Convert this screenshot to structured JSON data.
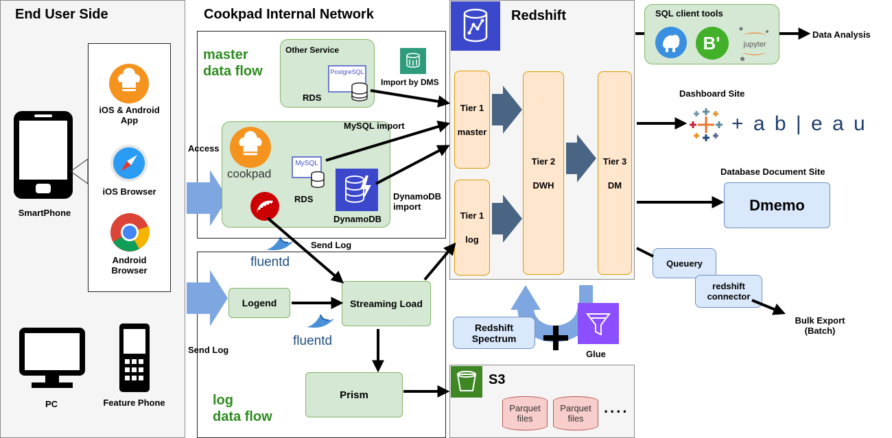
{
  "panels": {
    "end_user_title": "End User Side",
    "internal_title": "Cookpad Internal Network",
    "redshift_title": "Redshift",
    "s3_title": "S3"
  },
  "devices": {
    "smartphone": "SmartPhone",
    "pc": "PC",
    "feature_phone": "Feature Phone",
    "ios_android_app": [
      "iOS & Android",
      "App"
    ],
    "ios_browser": "iOS Browser",
    "android_browser": [
      "Android",
      "Browser"
    ]
  },
  "flows": {
    "master_title": [
      "master",
      "data flow"
    ],
    "log_title": [
      "log",
      "data flow"
    ]
  },
  "labels": {
    "access": "Access",
    "send_log_left": "Send Log",
    "send_log_mid": "Send Log",
    "other_service": "Other Service",
    "postgresql": "PostgreSQL",
    "rds_top": "RDS",
    "import_dms": "Import by DMS",
    "mysql_import": "MySQL import",
    "mysql": "MySQL",
    "rds_mid": "RDS",
    "dynamodb": "DynamoDB",
    "dynamodb_import": [
      "DynamoDB",
      "import"
    ],
    "cookpad": "cookpad",
    "fluentd_1": "fluentd",
    "fluentd_2": "fluentd",
    "logend": "Logend",
    "streaming_load": "Streaming Load",
    "prism": "Prism",
    "glue": "Glue"
  },
  "tiers": {
    "tier1_master": [
      "Tier 1",
      "master"
    ],
    "tier1_log": [
      "Tier 1",
      "log"
    ],
    "tier2": [
      "Tier 2",
      "DWH"
    ],
    "tier3": [
      "Tier 3",
      "DM"
    ]
  },
  "redshift_spectrum": [
    "Redshift",
    "Spectrum"
  ],
  "s3_files": [
    [
      "Parquet",
      "files"
    ],
    [
      "Parquet",
      "files"
    ]
  ],
  "s3_ellipsis": "....",
  "right_side": {
    "sql_client_tools": "SQL client tools",
    "data_analysis": "Data Analysis",
    "jupyter": "jupyter",
    "dashboard_site": "Dashboard Site",
    "tableau": "+ a b | e a u",
    "database_doc_site": "Database Document Site",
    "dmemo": "Dmemo",
    "queuery": "Queuery",
    "redshift_connector": [
      "redshift",
      "connector"
    ],
    "bulk_export": [
      "Bulk Export",
      "(Batch)"
    ]
  },
  "colors": {
    "flow_title": "#2e8b20",
    "green_box": "#d5e8d4",
    "tier_box": "#ffe6cc",
    "blue_box": "#dae8fc",
    "panel_grey": "#f5f5f5",
    "big_arrow_blue": "#7ea6e0",
    "tier_arrow": "#4a6583"
  }
}
